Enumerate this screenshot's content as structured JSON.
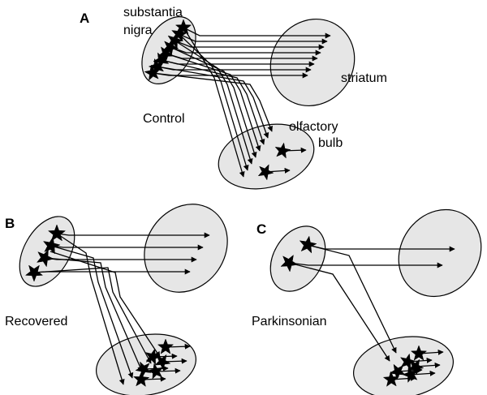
{
  "panels": {
    "A": {
      "letter": "A",
      "condition": "Control"
    },
    "B": {
      "letter": "B",
      "condition": "Recovered"
    },
    "C": {
      "letter": "C",
      "condition": "Parkinsonian"
    }
  },
  "regions": {
    "substantia_nigra_line1": "substantia",
    "substantia_nigra_line2": "nigra",
    "striatum": "striatum",
    "olfactory_line1": "olfactory",
    "olfactory_line2": "bulb"
  }
}
